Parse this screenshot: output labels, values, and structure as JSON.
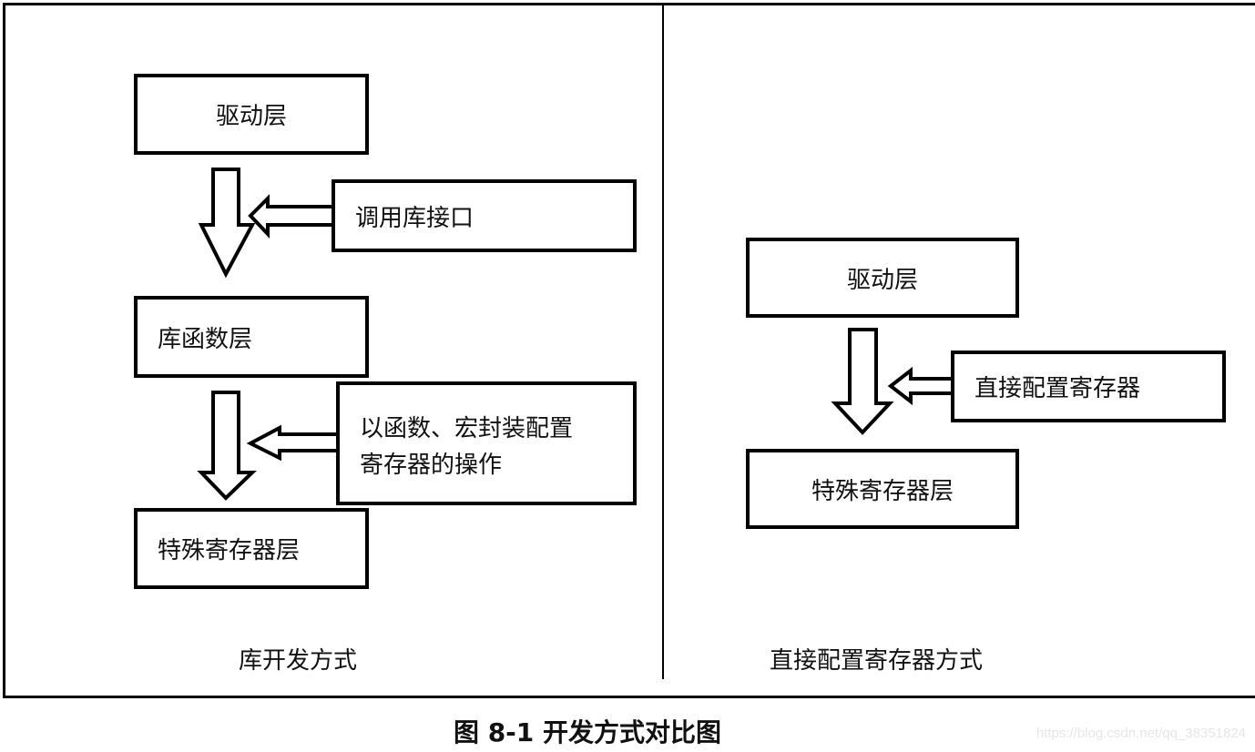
{
  "figure": {
    "title": "图 8-1 开发方式对比图",
    "watermark": "https://blog.csdn.net/qq_38351824"
  },
  "panels": {
    "left": {
      "caption": "库开发方式",
      "layers": [
        "驱动层",
        "库函数层",
        "特殊寄存器层"
      ],
      "notes": [
        {
          "lines": [
            "调用库接口"
          ]
        },
        {
          "lines": [
            "以函数、宏封装配置",
            "寄存器的操作"
          ]
        }
      ]
    },
    "right": {
      "caption": "直接配置寄存器方式",
      "layers": [
        "驱动层",
        "特殊寄存器层"
      ],
      "notes": [
        {
          "lines": [
            "直接配置寄存器"
          ]
        }
      ]
    }
  }
}
